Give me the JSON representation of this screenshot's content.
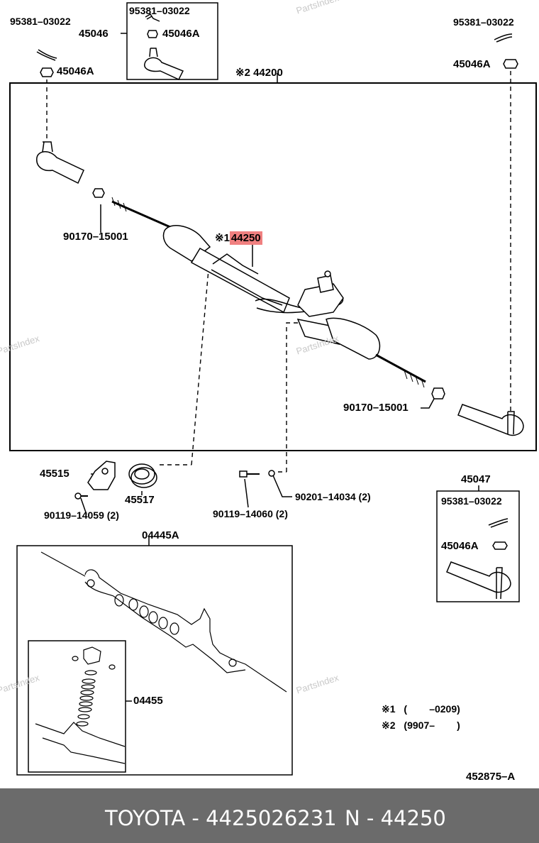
{
  "callouts": {
    "tl_cotter_pin": "95381–03022",
    "tl_tie_rod_end": "45046",
    "tl_nut": "45046A",
    "box_cotter_pin": "95381–03022",
    "box_nut": "45046A",
    "tr_cotter_pin": "95381–03022",
    "tr_nut": "45046A",
    "assembly": "※2 44200",
    "link_assembly_prefix": "※1",
    "link_assembly": "44250",
    "left_rack_end_nut": "90170–15001",
    "right_rack_end_nut": "90170–15001",
    "bracket": "45515",
    "grommet": "45517",
    "bracket_bolt": "90119–14059 (2)",
    "mount_bolt": "90119–14060 (2)",
    "washer": "90201–14034 (2)",
    "tie_rod_assembly_right": "45047",
    "right_box_cotter_pin": "95381–03022",
    "right_box_nut": "45046A",
    "gasket_kit": "04445A",
    "seal_kit": "04455",
    "diagram_code": "452875–A"
  },
  "notes": [
    {
      "mark": "※1",
      "text": "(        –0209)"
    },
    {
      "mark": "※2",
      "text": "(9907–        )"
    }
  ],
  "watermarks": [
    "PartsIndex",
    "PartsIndex",
    "PartsIndex",
    "PartsIndex",
    "PartsIndex"
  ],
  "footer": {
    "brand_part": "TOYOTA - 4425026231",
    "ref": "N - 44250"
  },
  "colors": {
    "highlight": "#f08080",
    "footer_bg": "#6b6b6b",
    "footer_text": "#ffffff"
  }
}
